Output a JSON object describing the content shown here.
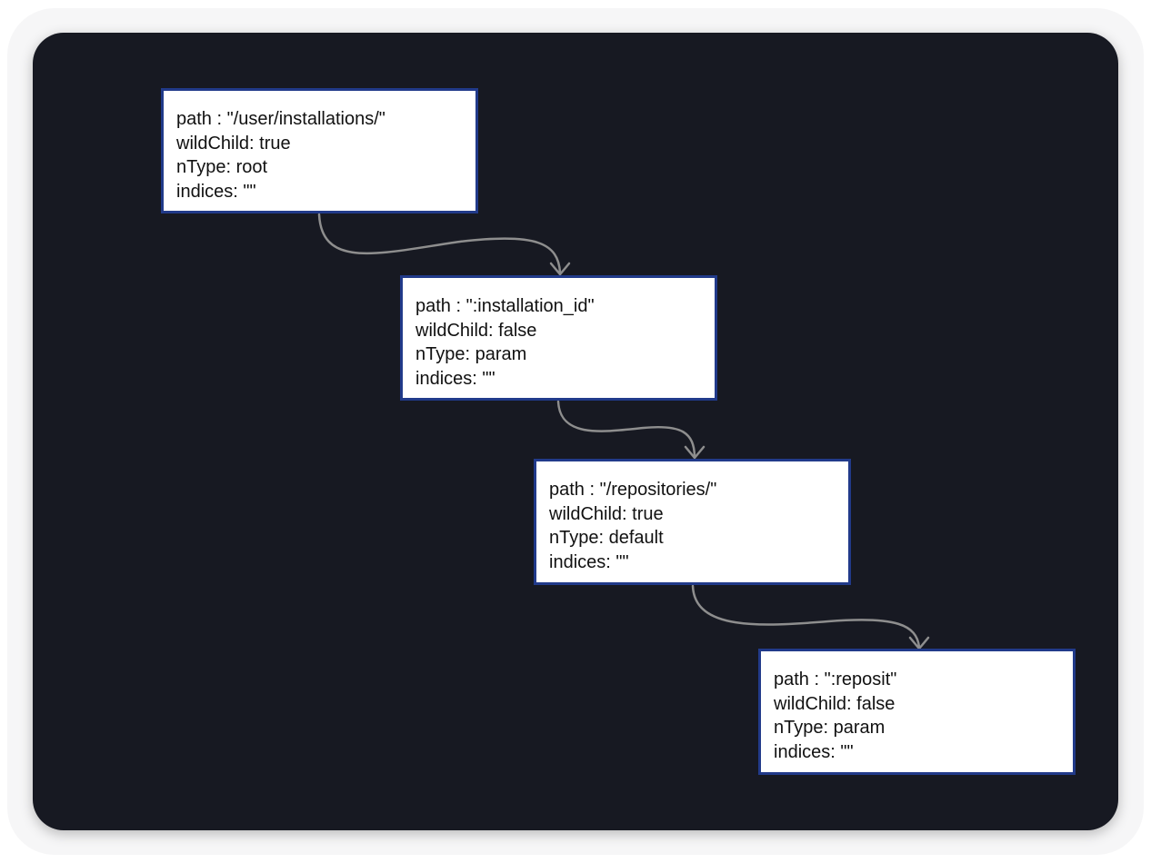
{
  "nodes": [
    {
      "path": "path : \"/user/installations/\"",
      "wildChild": "wildChild: true",
      "nType": "nType: root",
      "indices": "indices: \"\""
    },
    {
      "path": "path : \":installation_id\"",
      "wildChild": "wildChild: false",
      "nType": "nType: param",
      "indices": "indices: \"\""
    },
    {
      "path": "path : \"/repositories/\"",
      "wildChild": "wildChild: true",
      "nType": "nType: default",
      "indices": "indices: \"\""
    },
    {
      "path": "path : \":reposit\"",
      "wildChild": "wildChild: false",
      "nType": "nType: param",
      "indices": "indices: \"\""
    }
  ],
  "edges": [
    {
      "from": 0,
      "to": 1
    },
    {
      "from": 1,
      "to": 2
    },
    {
      "from": 2,
      "to": 3
    }
  ],
  "colors": {
    "background": "#171922",
    "node_fill": "#ffffff",
    "node_border": "#213a8a",
    "edge": "#8e8e8e"
  }
}
